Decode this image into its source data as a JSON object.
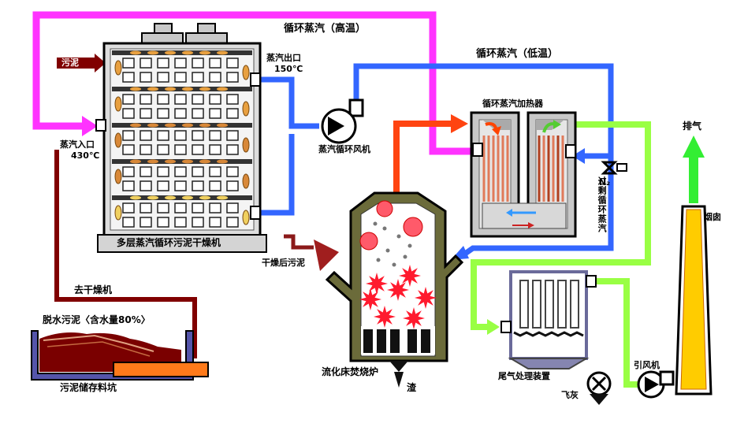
{
  "labels": {
    "steam_high": "循环蒸汽（高温）",
    "steam_low": "循环蒸汽（低温）",
    "sludge_in": "污泥",
    "steam_outlet": "蒸汽出口",
    "steam_outlet_temp": "150℃",
    "steam_inlet": "蒸汽入口",
    "steam_inlet_temp": "430℃",
    "dryer_name": "多层蒸汽循环污泥干燥机",
    "fan_steam": "蒸汽循环风机",
    "heater_name": "循环蒸汽加热器",
    "n2": "N₂",
    "excess_steam": "过剩循环蒸汽",
    "exhaust": "排气",
    "chimney": "烟囱",
    "dried_sludge": "干燥后污泥",
    "to_dryer": "去干燥机",
    "dewatered": "脱水污泥〈含水量80%〉",
    "storage_pit": "污泥储存料坑",
    "furnace": "流化床焚烧炉",
    "slag": "渣",
    "flue_gas": "尾气处理装置",
    "fly_ash": "飞灰",
    "induced_fan": "引风机"
  },
  "colors": {
    "high_temp_steam": "#ff33ff",
    "low_temp_steam": "#3366ff",
    "flue_path": "#99ff44",
    "hot_gas": "#ff4411",
    "sludge_line": "#800000",
    "chimney_fill": "#ffcc00",
    "furnace_body": "#6b6b3a",
    "flame": "#ff1a2e"
  }
}
